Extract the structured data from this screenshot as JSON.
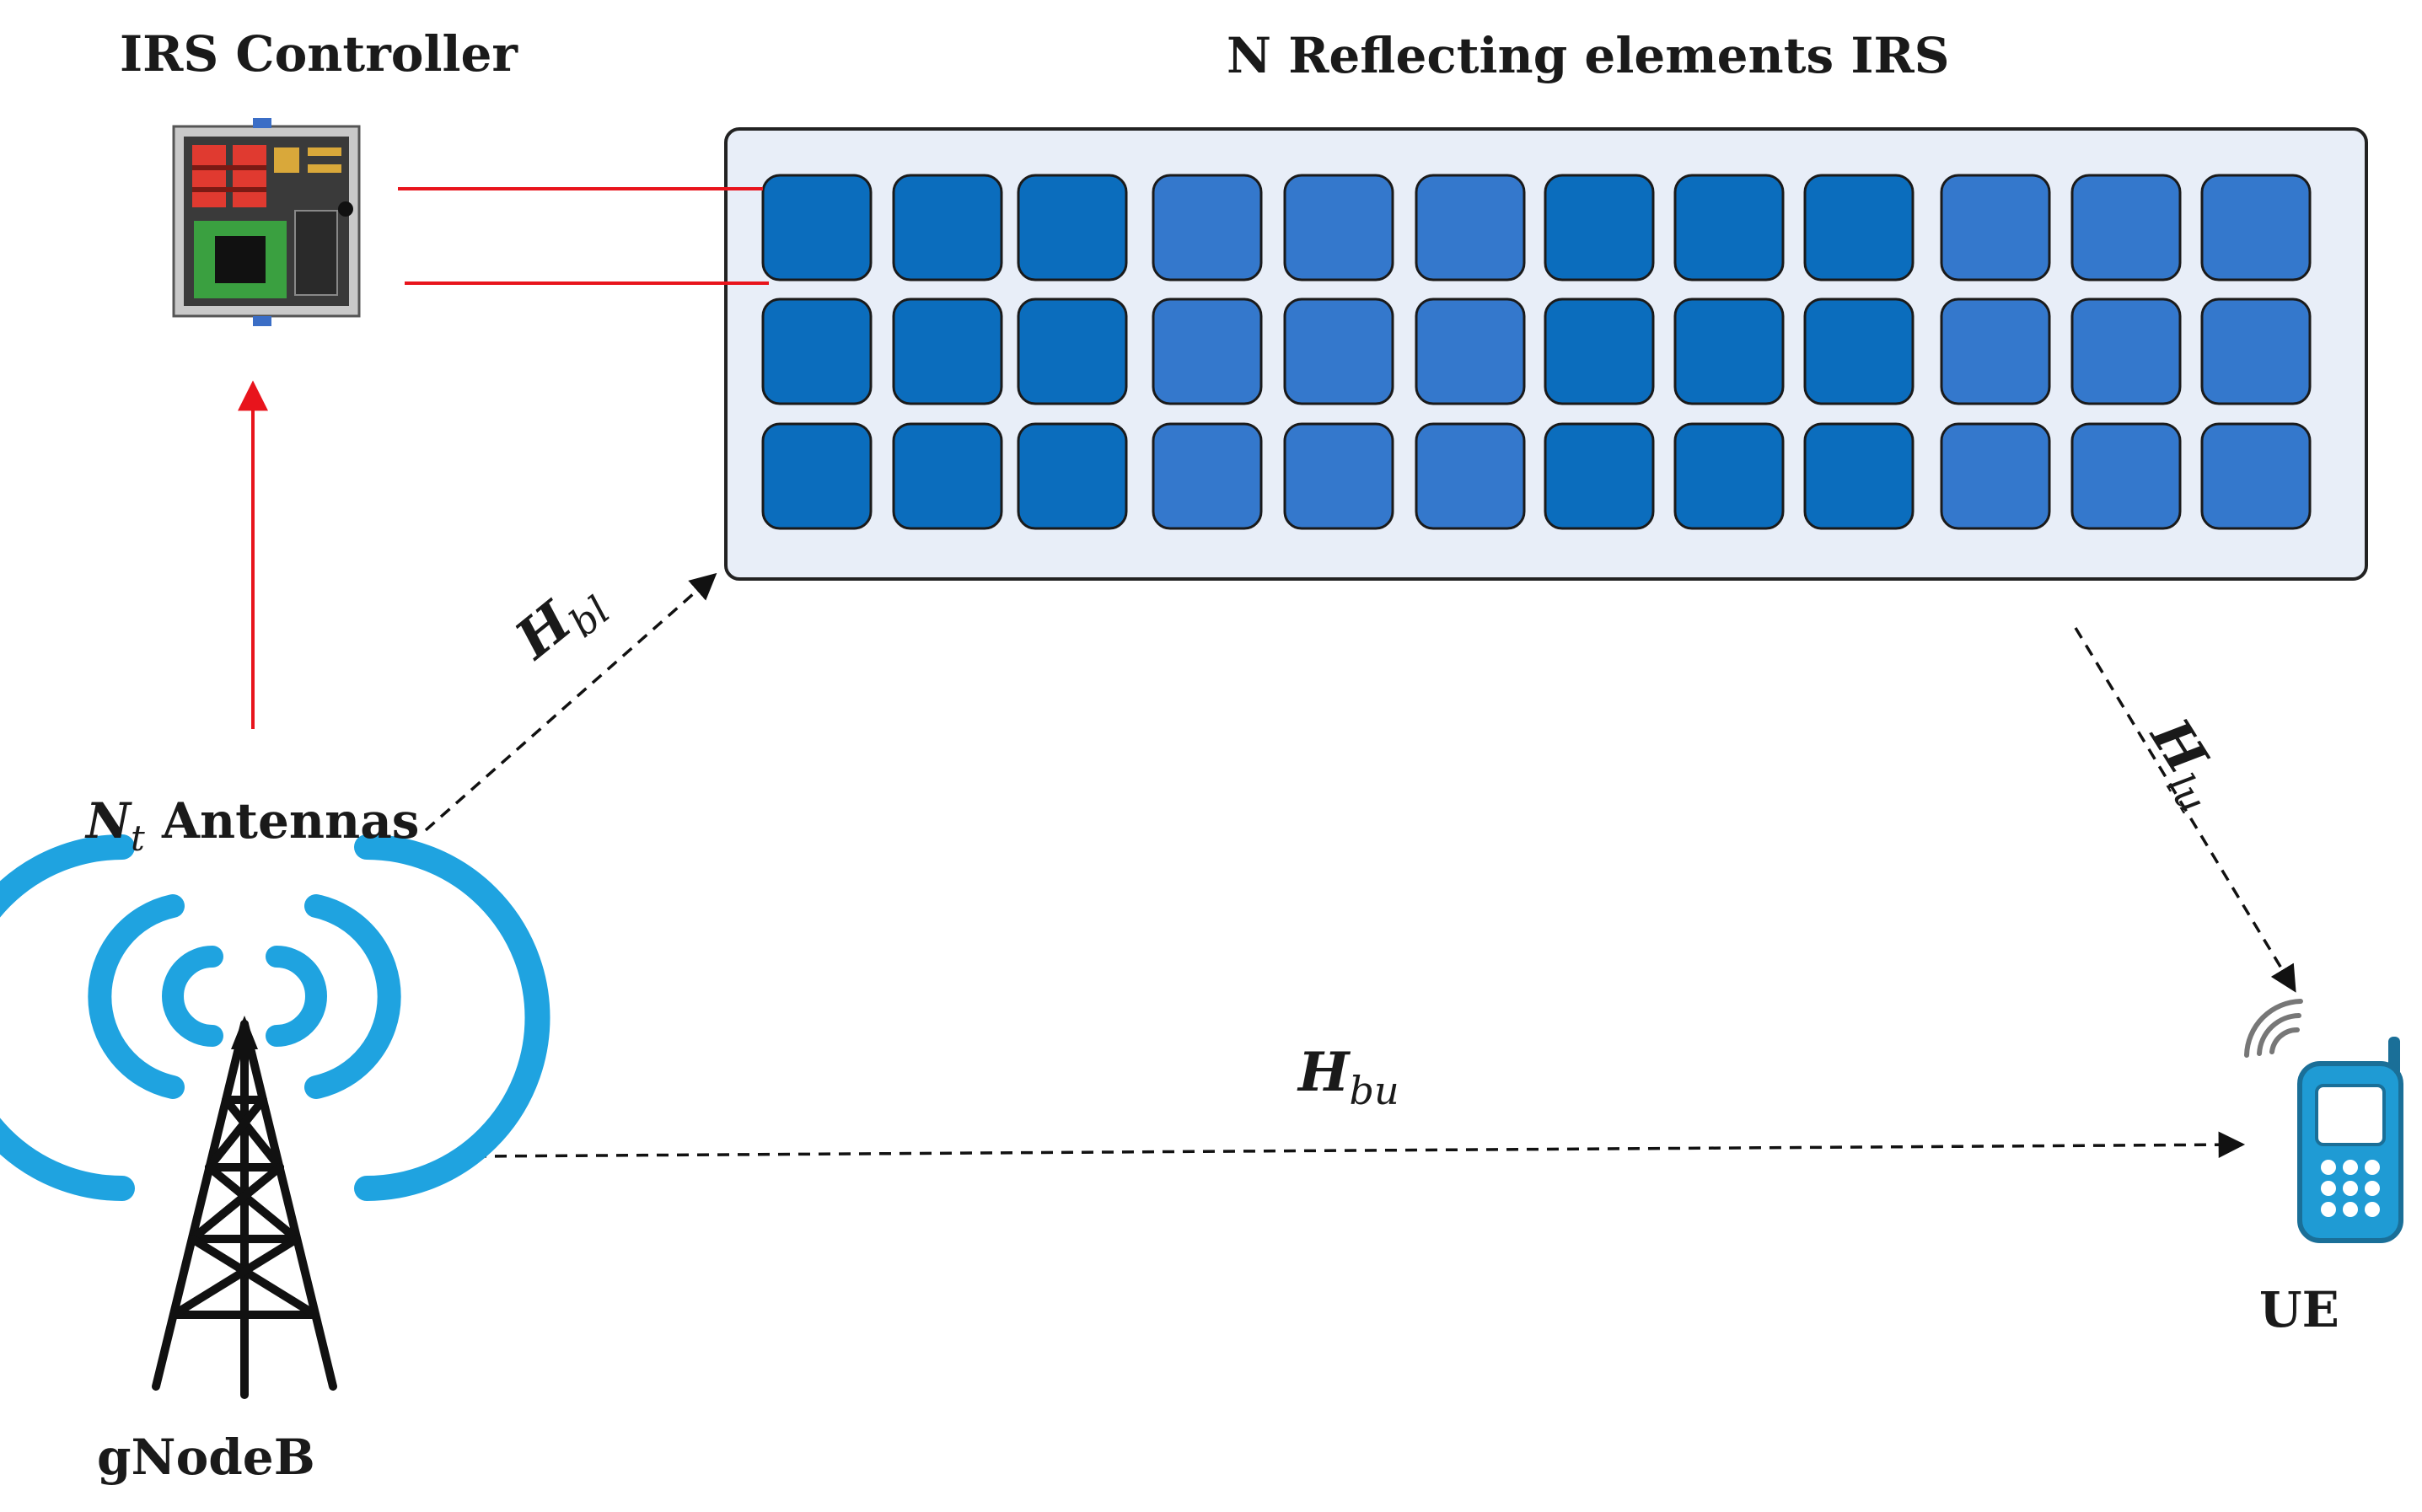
{
  "labels": {
    "irs_controller": "IRS Controller",
    "irs_panel": "N Reflecting elements IRS",
    "antennas_symbol": "N",
    "antennas_sub": "t",
    "antennas_text": " Antennas",
    "gnodeb": "gNodeB",
    "ue": "UE"
  },
  "channels": {
    "h_bl": {
      "symbol": "H",
      "sub": "bl"
    },
    "h_lu": {
      "symbol": "H",
      "sub": "lu"
    },
    "h_bu": {
      "symbol": "H",
      "sub": "bu"
    }
  },
  "irs": {
    "rows": 3,
    "cols": 12,
    "element_pattern": [
      "dark",
      "dark",
      "dark",
      "light",
      "light",
      "light",
      "dark",
      "dark",
      "dark",
      "light",
      "light",
      "light"
    ],
    "colors": {
      "dark": "#0b6dbd",
      "light": "#3478cc",
      "panel_bg": "#e8eef8",
      "panel_border": "#222222",
      "element_border": "#1a1a1a"
    }
  },
  "colors": {
    "control_line": "#e8141c",
    "channel_line": "#111111",
    "tower_waves": "#1fa3e0",
    "tower": "#111111",
    "phone_body": "#1f9bd4",
    "phone_outline": "#1a6f98"
  },
  "icons": {
    "controller": "circuit-board-icon",
    "tower": "cell-tower-icon",
    "phone": "mobile-phone-icon"
  }
}
